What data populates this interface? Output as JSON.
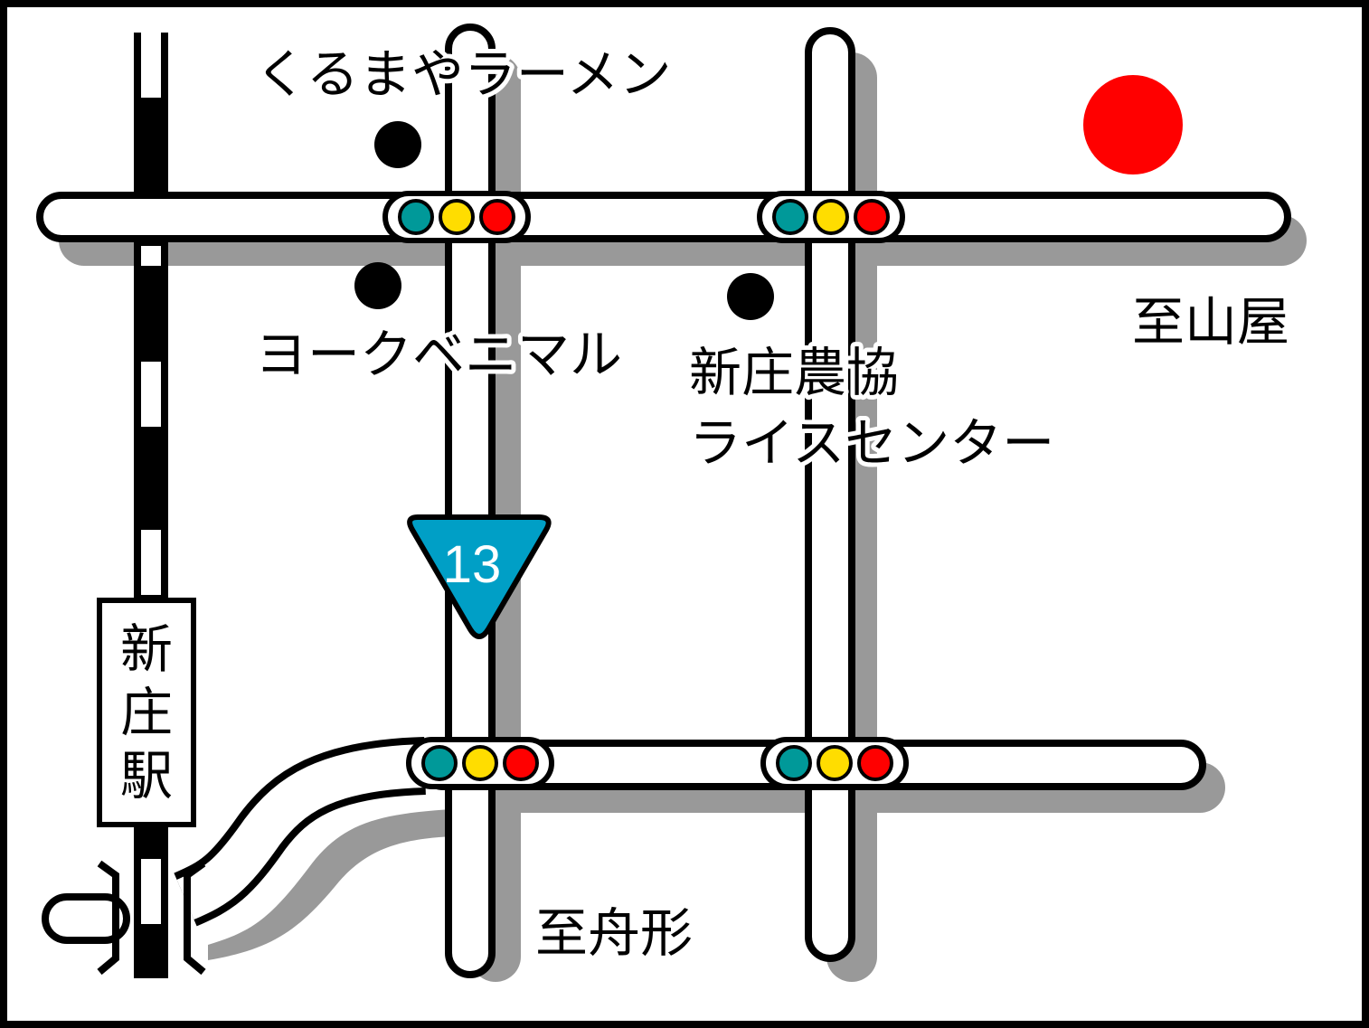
{
  "map": {
    "landmarks": {
      "ramen": "くるまやラーメン",
      "yorkbenimaru": "ヨークベニマル",
      "ja_line1": "新庄農協",
      "ja_line2": "ライスセンター"
    },
    "directions": {
      "yamagata": "至山屋",
      "funagata": "至舟形"
    },
    "station": "新庄駅",
    "route_number": "13",
    "colors": {
      "destination_marker": "#ff0000",
      "signal_green": "#009999",
      "signal_yellow": "#ffdd00",
      "signal_red": "#ff0000",
      "route_shield": "#009fc6",
      "road_shadow": "#999999"
    },
    "icons": [
      "traffic-signal-icon",
      "route-shield-icon",
      "landmark-dot-icon",
      "destination-marker-icon"
    ]
  }
}
